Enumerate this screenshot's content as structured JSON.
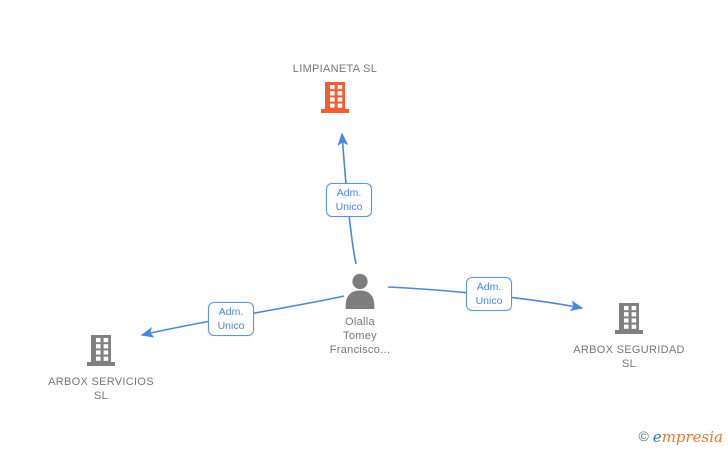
{
  "diagram": {
    "nodes": {
      "limpianeta": {
        "label": "LIMPIANETA SL",
        "type": "company",
        "icon": "building-icon",
        "icon_color": "#f95b31"
      },
      "person": {
        "name_lines": [
          "Olalla",
          "Tomey",
          "Francisco..."
        ],
        "type": "person",
        "icon": "person-icon",
        "icon_color": "#7d7d7d"
      },
      "arbox_servicios": {
        "label": "ARBOX SERVICIOS SL",
        "type": "company",
        "icon": "building-icon",
        "icon_color": "#808080"
      },
      "arbox_seguridad": {
        "label": "ARBOX SEGURIDAD SL",
        "type": "company",
        "icon": "building-icon",
        "icon_color": "#808080"
      }
    },
    "edges": {
      "top": {
        "label": "Adm. Unico",
        "from": "person",
        "to": "limpianeta"
      },
      "left": {
        "label": "Adm. Unico",
        "from": "person",
        "to": "arbox_servicios"
      },
      "right": {
        "label": "Adm. Unico",
        "from": "person",
        "to": "arbox_seguridad"
      }
    },
    "colors": {
      "edge_blue": "#4a86e8",
      "label_gray": "#777777",
      "company_orange": "#f95b31",
      "company_gray": "#808080"
    }
  },
  "footer": {
    "copyright": "©",
    "brand_first": "e",
    "brand_rest": "mpresia"
  }
}
